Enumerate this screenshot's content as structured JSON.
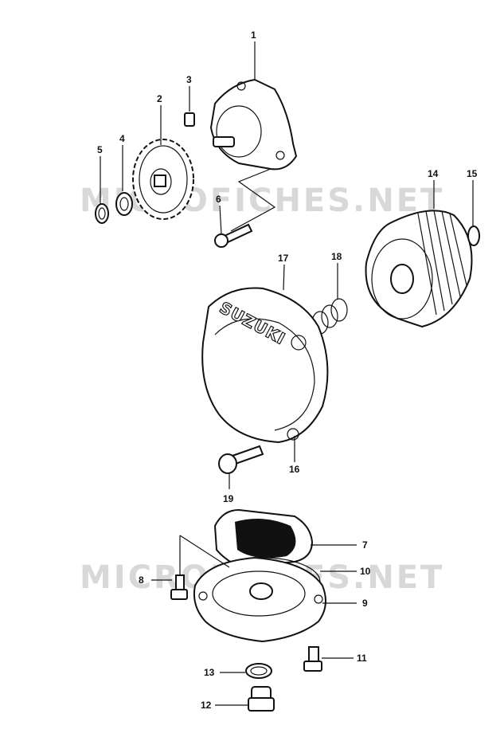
{
  "watermark": {
    "upper": "MICROFICHES.NET",
    "lower": "MICROFICHES.NET"
  },
  "cover_brand": "SUZUKI",
  "callouts": [
    {
      "id": "1",
      "label": "1"
    },
    {
      "id": "2",
      "label": "2"
    },
    {
      "id": "3",
      "label": "3"
    },
    {
      "id": "4",
      "label": "4"
    },
    {
      "id": "5",
      "label": "5"
    },
    {
      "id": "6",
      "label": "6"
    },
    {
      "id": "7",
      "label": "7"
    },
    {
      "id": "8",
      "label": "8"
    },
    {
      "id": "9",
      "label": "9"
    },
    {
      "id": "10",
      "label": "10"
    },
    {
      "id": "11",
      "label": "11"
    },
    {
      "id": "12",
      "label": "12"
    },
    {
      "id": "13",
      "label": "13"
    },
    {
      "id": "14",
      "label": "14"
    },
    {
      "id": "15",
      "label": "15"
    },
    {
      "id": "16",
      "label": "16"
    },
    {
      "id": "17",
      "label": "17"
    },
    {
      "id": "18",
      "label": "18"
    },
    {
      "id": "19",
      "label": "19"
    }
  ]
}
